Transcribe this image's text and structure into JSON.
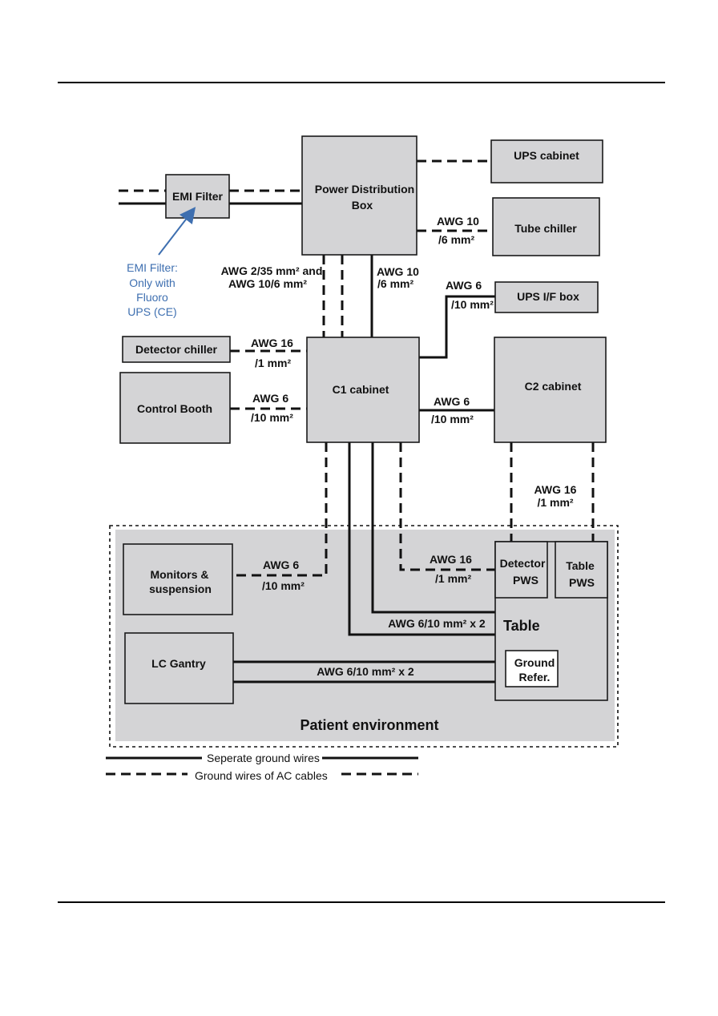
{
  "boxes": {
    "emi_filter": "EMI Filter",
    "pdb_line1": "Power Distribution",
    "pdb_line2": "Box",
    "ups_cabinet": "UPS cabinet",
    "tube_chiller": "Tube chiller",
    "ups_if_box": "UPS I/F box",
    "detector_chiller": "Detector chiller",
    "control_booth": "Control Booth",
    "c1_cabinet": "C1 cabinet",
    "c2_cabinet": "C2 cabinet",
    "monitors_line1": "Monitors &",
    "monitors_line2": "suspension",
    "lc_gantry": "LC Gantry",
    "table": "Table",
    "detector_pws_line1": "Detector",
    "detector_pws_line2": "PWS",
    "table_pws_line1": "Table",
    "table_pws_line2": "PWS",
    "ground_refer_line1": "Ground",
    "ground_refer_line2": "Refer."
  },
  "note": {
    "line1": "EMI Filter:",
    "line2": "Only with",
    "line3": "Fluoro",
    "line4": "UPS (CE)"
  },
  "labels": {
    "pdb_tube_a": "AWG 10",
    "pdb_tube_b": "/6 mm²",
    "pdb_c1_left_a": "AWG 2/35 mm² and",
    "pdb_c1_left_b": "AWG 10/6 mm²",
    "pdb_c1_right_a": "AWG 10",
    "pdb_c1_right_b": "/6 mm²",
    "upsif_a": "AWG 6",
    "upsif_b": "/10 mm²",
    "detchiller_a": "AWG 16",
    "detchiller_b": "/1 mm²",
    "booth_a": "AWG 6",
    "booth_b": "/10 mm²",
    "c2_a": "AWG 6",
    "c2_b": "/10 mm²",
    "c2_table_a": "AWG 16",
    "c2_table_b": "/1 mm²",
    "monitors_a": "AWG 6",
    "monitors_b": "/10 mm²",
    "detpws_a": "AWG 16",
    "detpws_b": "/1 mm²",
    "table_c1": "AWG 6/10 mm² x 2",
    "gantry_table": "AWG 6/10 mm² x 2"
  },
  "region": {
    "patient_environment": "Patient environment"
  },
  "legend": {
    "solid": "Seperate ground wires",
    "dashed": "Ground wires of AC cables"
  }
}
